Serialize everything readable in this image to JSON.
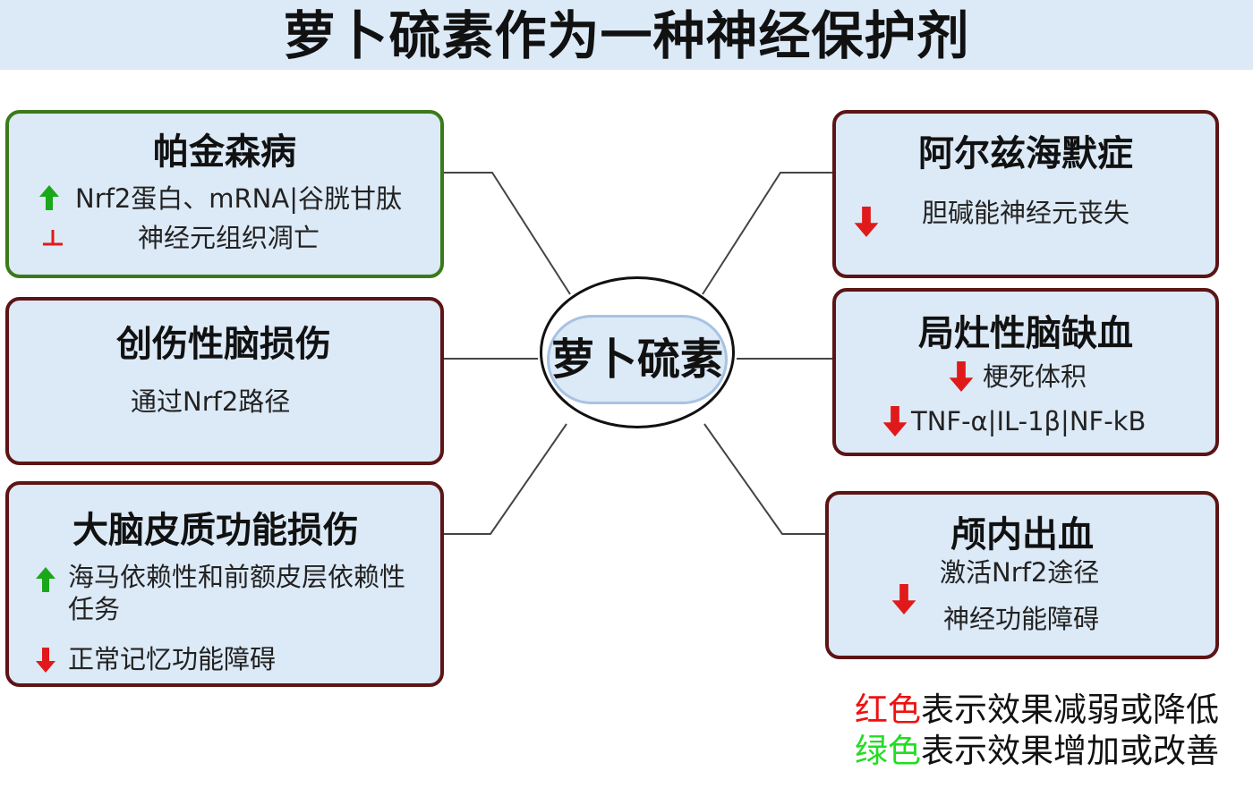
{
  "title": "萝卜硫素作为一种神经保护剂",
  "center": {
    "label": "萝卜硫素"
  },
  "boxes": {
    "parkinson": {
      "title": "帕金森病",
      "items": [
        "Nrf2蛋白、mRNA|谷胱甘肽",
        "神经元组织凋亡"
      ]
    },
    "tbi": {
      "title": "创伤性脑损伤",
      "items": [
        "通过Nrf2路径"
      ]
    },
    "cortex": {
      "title": "大脑皮质功能损伤",
      "items": [
        "海马依赖性和前额皮层依赖性",
        "任务",
        "正常记忆功能障碍"
      ]
    },
    "alzheimer": {
      "title": "阿尔兹海默症",
      "items": [
        "胆碱能神经元丧失"
      ]
    },
    "ischemia": {
      "title": "局灶性脑缺血",
      "items": [
        "梗死体积",
        "TNF-α|IL-1β|NF-kB"
      ]
    },
    "hemorrhage": {
      "title": "颅内出血",
      "items": [
        "激活Nrf2途径",
        "神经功能障碍"
      ]
    }
  },
  "legend": {
    "red_word": "红色",
    "red_text": "表示效果减弱或降低",
    "green_word": "绿色",
    "green_text": "表示效果增加或改善"
  },
  "colors": {
    "box_fill": "#dce9f6",
    "box_border": "#5c1414",
    "box_border_green": "#3a7a1a",
    "arrow_up": "#1aa81a",
    "arrow_down": "#e01a1a"
  },
  "icons": [
    "arrow-up-icon",
    "arrow-down-icon",
    "inhibit-icon"
  ]
}
